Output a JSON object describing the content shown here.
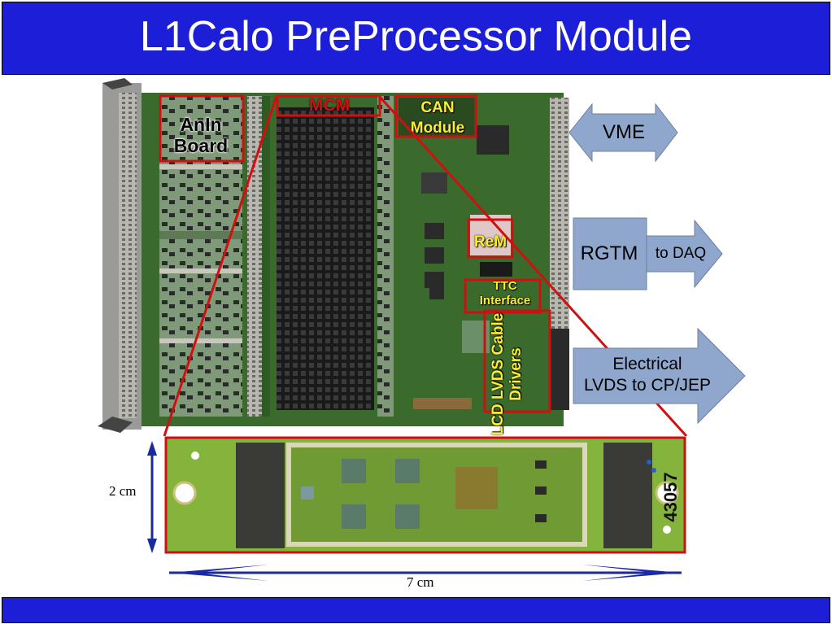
{
  "title": "L1Calo PreProcessor Module",
  "labels": {
    "anin": "AnIn Board",
    "mcm": "MCM",
    "can": "CAN Module",
    "rem": "ReM",
    "ttc": "TTC Interface",
    "lcd": "LCD LVDS Cable Drivers"
  },
  "arrows": {
    "vme": "VME",
    "rgtm": "RGTM",
    "daq": "to DAQ",
    "electrical_1": "Electrical",
    "electrical_2": "LVDS to CP/JEP"
  },
  "dimensions": {
    "height": "2 cm",
    "width": "7 cm"
  },
  "module_serial": "43057",
  "colors": {
    "title_bar": "#1c1ed8",
    "highlight_frame": "#d01010",
    "label_yellow": "#ffef2a",
    "arrow_fill": "#8fa7cc",
    "dimension_arrow": "#1a2aa0",
    "pcb_green": "#3a6a2c",
    "module_green": "#84b43c"
  }
}
